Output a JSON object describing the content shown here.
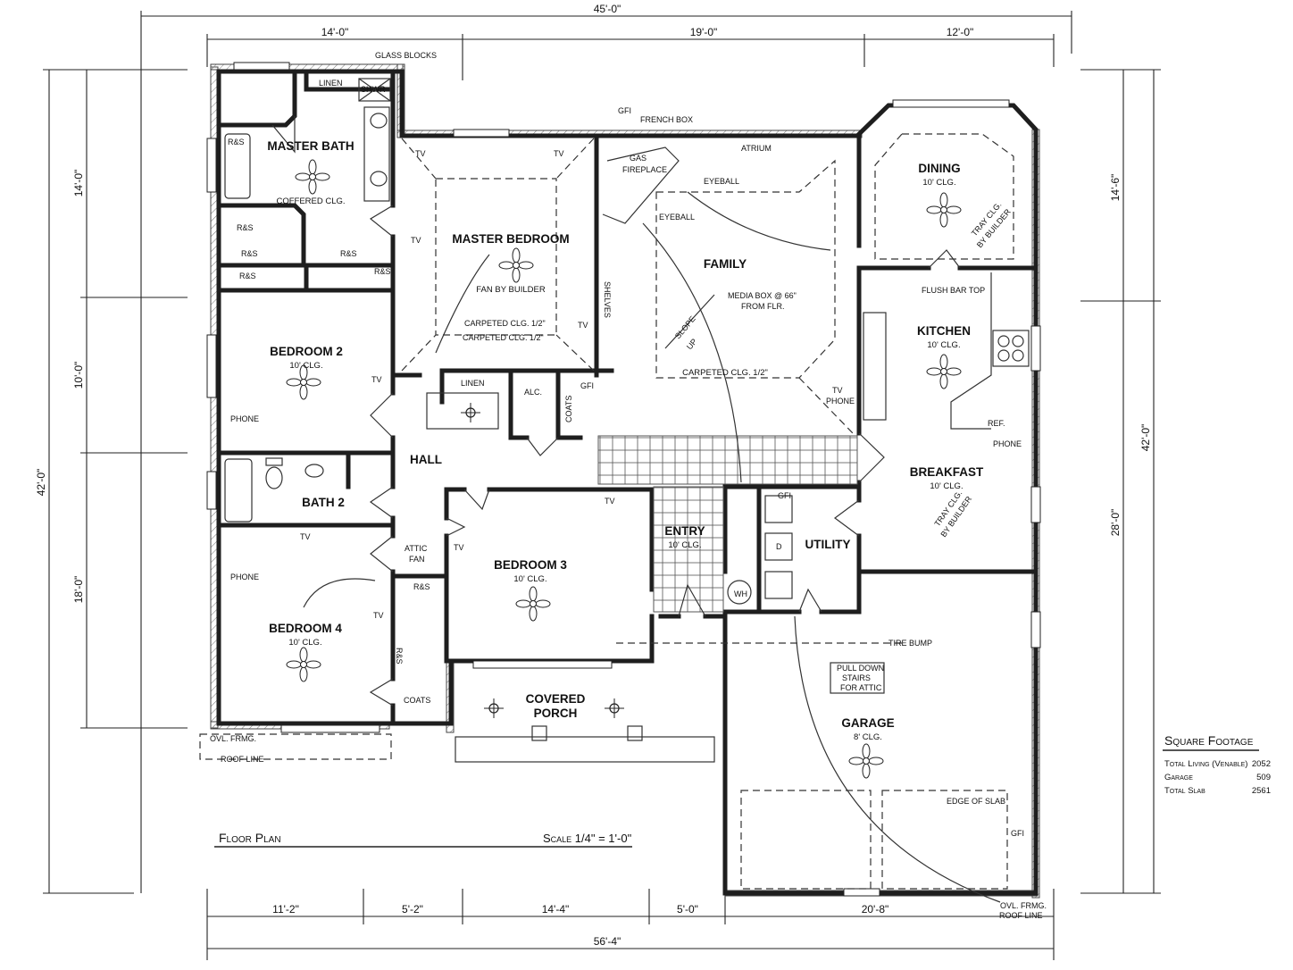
{
  "dimensions": {
    "top_total": "45'-0\"",
    "top": [
      "14'-0\"",
      "19'-0\"",
      "12'-0\""
    ],
    "bottom": [
      "11'-2\"",
      "5'-2\"",
      "14'-4\"",
      "5'-0\"",
      "20'-8\""
    ],
    "bottom_total": "56'-4\"",
    "left_total": "42'-0\"",
    "left": [
      "14'-0\"",
      "10'-0\"",
      "18'-0\""
    ],
    "right_total": "42'-0\"",
    "right": [
      "14'-6\"",
      "28'-0\""
    ]
  },
  "rooms": [
    {
      "name": "MASTER BATH",
      "ceiling": "COFFERED CLG."
    },
    {
      "name": "MASTER BEDROOM",
      "ceiling": "FAN BY BUILDER"
    },
    {
      "name": "FAMILY",
      "ceiling": "CARPETED CLG. 1/2\""
    },
    {
      "name": "DINING",
      "ceiling": "10' CLG."
    },
    {
      "name": "KITCHEN",
      "ceiling": "10' CLG."
    },
    {
      "name": "BEDROOM 2",
      "ceiling": "10' CLG."
    },
    {
      "name": "HALL",
      "ceiling": ""
    },
    {
      "name": "BREAKFAST",
      "ceiling": "10' CLG."
    },
    {
      "name": "BATH 2",
      "ceiling": ""
    },
    {
      "name": "ENTRY",
      "ceiling": "10' CLG."
    },
    {
      "name": "UTILITY",
      "ceiling": ""
    },
    {
      "name": "BEDROOM 3",
      "ceiling": "10' CLG."
    },
    {
      "name": "BEDROOM 4",
      "ceiling": "10' CLG."
    },
    {
      "name": "COVERED",
      "ceiling": "PORCH"
    },
    {
      "name": "GARAGE",
      "ceiling": "8' CLG."
    }
  ],
  "notes": [
    "GLASS BLOCKS",
    "LINEN",
    "SHWR",
    "R&S",
    "R&S",
    "R&S",
    "R&S",
    "R&S",
    "TV",
    "TV",
    "TV",
    "CARPETED CLG. 1/2\"",
    "CARPETED CLG. 1/2\"",
    "TV",
    "GFI",
    "FRENCH BOX",
    "ATRIUM",
    "GAS",
    "FIREPLACE",
    "EYEBALL",
    "EYEBALL",
    "MEDIA BOX @ 66\"",
    "FROM FLR.",
    "FLUSH BAR TOP",
    "TV",
    "PHONE",
    "REF.",
    "PHONE",
    "TV",
    "PHONE",
    "LINEN",
    "ALC.",
    "COATS",
    "GFI",
    "R&S",
    "TV",
    "TV",
    "ATTIC",
    "FAN",
    "R&S",
    "TV",
    "PHONE",
    "COATS",
    "TV",
    "GFI",
    "D",
    "WH",
    "TIRE BUMP",
    "PULL DOWN",
    "STAIRS",
    "FOR ATTIC",
    "EDGE OF SLAB",
    "GFI",
    "OVL. FRMG.",
    "ROOF LINE",
    "OVL. FRMG.",
    "ROOF LINE",
    "SLOPE",
    "UP",
    "TRAY CLG.",
    "BY BUILDER",
    "TRAY CLG.",
    "BY BUILDER",
    "SHELVES",
    "R&S"
  ],
  "footer": {
    "title": "Floor Plan",
    "scale": "Scale 1/4\" = 1'-0\""
  },
  "square_footage": {
    "title": "Square Footage",
    "rows": [
      {
        "label": "Total Living (Venable)",
        "value": "2052"
      },
      {
        "label": "Garage",
        "value": "509"
      },
      {
        "label": "Total Slab",
        "value": "2561"
      }
    ]
  }
}
